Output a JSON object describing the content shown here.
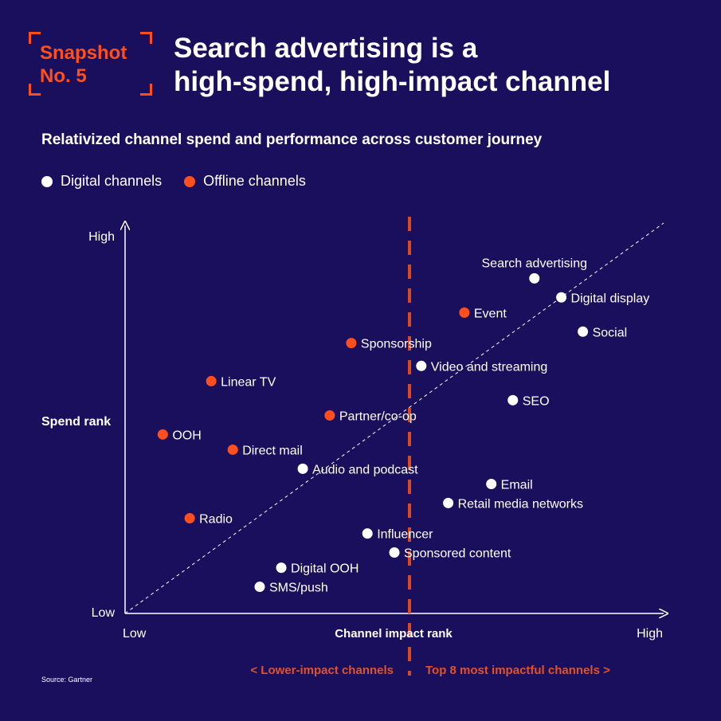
{
  "badge": {
    "line1": "Snapshot",
    "line2": "No. 5"
  },
  "headline": {
    "line1": "Search advertising is a",
    "line2": "high-spend, high-impact channel"
  },
  "subtitle": "Relativized channel spend and performance across customer journey",
  "legend": [
    {
      "label": "Digital channels",
      "color": "#ffffff"
    },
    {
      "label": "Offline channels",
      "color": "#ff4f1f"
    }
  ],
  "source": "Source: Gartner",
  "colors": {
    "background": "#1a0f5c",
    "accent": "#ff4f1f",
    "divider": "#d9481f",
    "digital": "#ffffff",
    "offline": "#ff4f1f"
  },
  "chart_data": {
    "type": "scatter",
    "title": "Relativized channel spend and performance across customer journey",
    "xlabel": "Channel impact rank",
    "ylabel": "Spend rank",
    "x_ticks": [
      "Low",
      "High"
    ],
    "y_ticks": [
      "Low",
      "High"
    ],
    "xlim": [
      0,
      100
    ],
    "ylim": [
      0,
      100
    ],
    "reference_line": "diagonal, dashed",
    "divider": {
      "x": 53,
      "left_label": "< Lower-impact channels",
      "right_label": "Top 8 most impactful channels >"
    },
    "series": [
      {
        "name": "Digital channels",
        "color": "#ffffff",
        "points": [
          {
            "label": "Search advertising",
            "x": 76,
            "y": 88
          },
          {
            "label": "Digital display",
            "x": 81,
            "y": 83
          },
          {
            "label": "Social",
            "x": 85,
            "y": 74
          },
          {
            "label": "Video and streaming",
            "x": 55,
            "y": 65
          },
          {
            "label": "SEO",
            "x": 72,
            "y": 56
          },
          {
            "label": "Audio and podcast",
            "x": 33,
            "y": 38
          },
          {
            "label": "Email",
            "x": 68,
            "y": 34
          },
          {
            "label": "Retail media networks",
            "x": 60,
            "y": 29
          },
          {
            "label": "Influencer",
            "x": 45,
            "y": 21
          },
          {
            "label": "Sponsored content",
            "x": 50,
            "y": 16
          },
          {
            "label": "Digital OOH",
            "x": 29,
            "y": 12
          },
          {
            "label": "SMS/push",
            "x": 25,
            "y": 7
          }
        ]
      },
      {
        "name": "Offline channels",
        "color": "#ff4f1f",
        "points": [
          {
            "label": "Event",
            "x": 63,
            "y": 79
          },
          {
            "label": "Sponsorship",
            "x": 42,
            "y": 71
          },
          {
            "label": "Linear TV",
            "x": 16,
            "y": 61
          },
          {
            "label": "Partner/co-op",
            "x": 38,
            "y": 52
          },
          {
            "label": "OOH",
            "x": 7,
            "y": 47
          },
          {
            "label": "Direct mail",
            "x": 20,
            "y": 43
          },
          {
            "label": "Radio",
            "x": 12,
            "y": 25
          }
        ]
      }
    ]
  }
}
